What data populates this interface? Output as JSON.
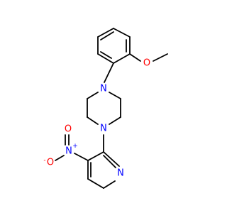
{
  "structure": {
    "atoms": [
      {
        "id": "o_methoxy",
        "element": "O",
        "label": "O",
        "color": "#ff0000"
      },
      {
        "id": "n_pip_top",
        "element": "N",
        "label": "N",
        "color": "#0000ff"
      },
      {
        "id": "n_pip_bottom",
        "element": "N",
        "label": "N",
        "color": "#0000ff"
      },
      {
        "id": "n_nitro",
        "element": "N",
        "label": "N",
        "charge": "+",
        "color": "#0000ff"
      },
      {
        "id": "o_nitro_minus",
        "element": "O",
        "label": "O",
        "charge": "-",
        "color": "#ff0000"
      },
      {
        "id": "o_nitro",
        "element": "O",
        "label": "O",
        "color": "#ff0000"
      },
      {
        "id": "n_pyridine",
        "element": "N",
        "label": "N",
        "color": "#0000ff"
      }
    ],
    "bond_color": "#000000"
  }
}
